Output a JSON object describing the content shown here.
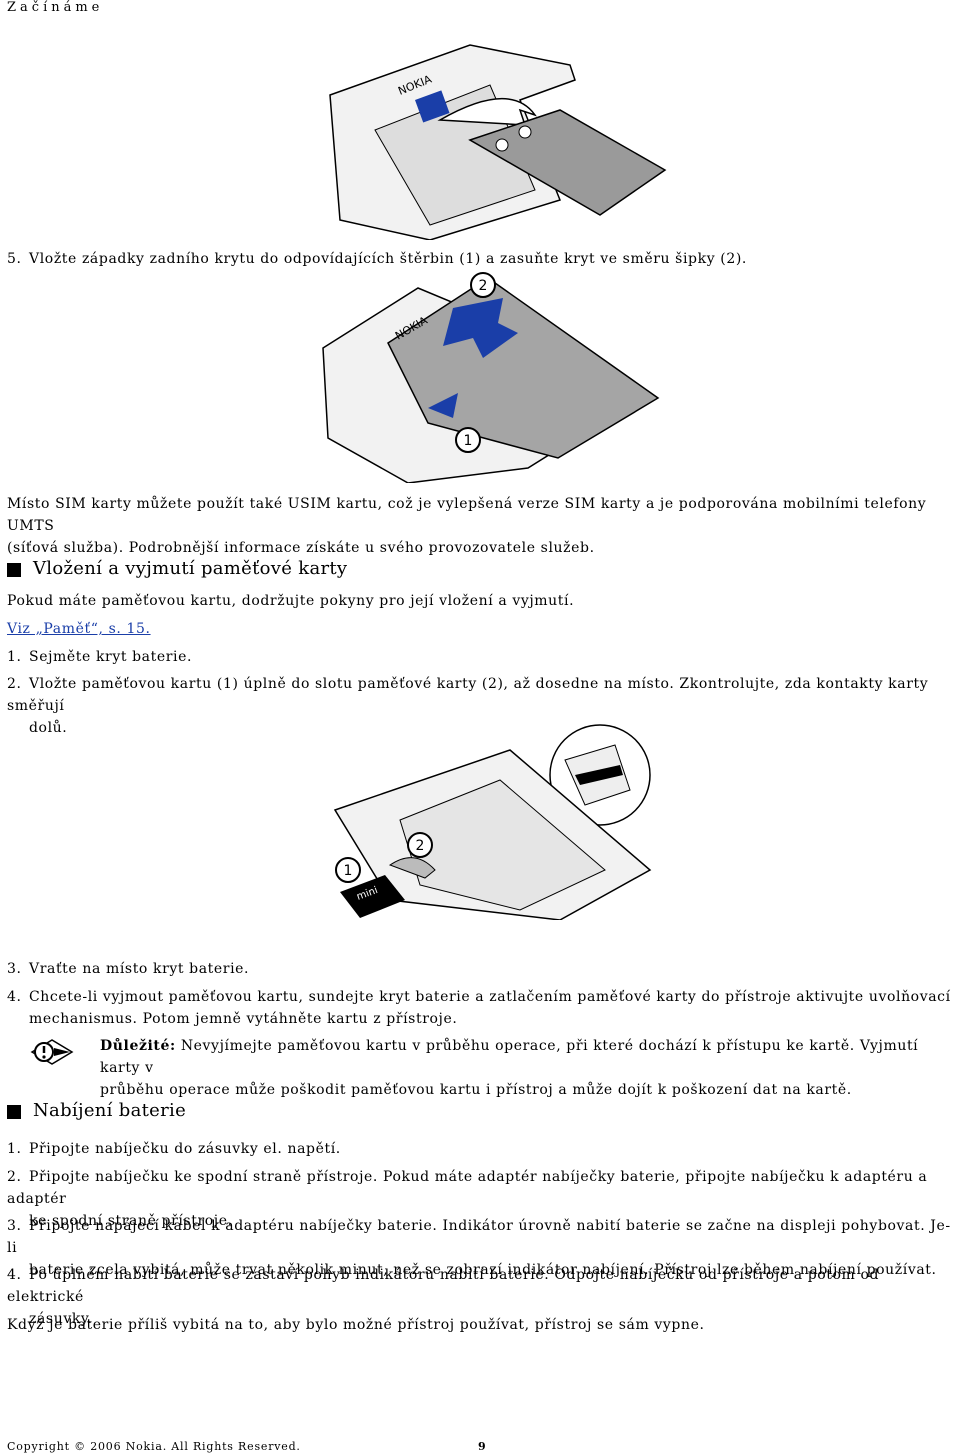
{
  "header": {
    "section": "Začínáme"
  },
  "steps_top": {
    "step5": {
      "num": "5.",
      "text": "Vložte západky zadního krytu do odpovídajících štěrbin (1) a zasuňte kryt ve směru šipky (2)."
    }
  },
  "usim_note": {
    "line1": "Místo SIM karty můžete použít také USIM kartu, což je vylepšená verze SIM karty a je podporována mobilními telefony UMTS",
    "line2": "(síťová služba). Podrobnější informace získáte u svého provozovatele služeb."
  },
  "memory_section": {
    "title": "Vložení a vyjmutí paměťové karty",
    "intro": "Pokud máte paměťovou kartu, dodržujte pokyny pro její vložení a vyjmutí.",
    "link": "Viz „Paměť“, s. 15.",
    "step1": {
      "num": "1.",
      "text": "Sejměte kryt baterie."
    },
    "step2": {
      "num": "2.",
      "line1": "Vložte paměťovou kartu (1) úplně do slotu paměťové karty (2), až dosedne na místo. Zkontrolujte, zda kontakty karty směřují",
      "line2": "dolů."
    },
    "step3": {
      "num": "3.",
      "text": "Vraťte na místo kryt baterie."
    },
    "step4": {
      "num": "4.",
      "line1": "Chcete-li vyjmout paměťovou kartu, sundejte kryt baterie a zatlačením paměťové karty do přístroje aktivujte uvolňovací",
      "line2": "mechanismus. Potom jemně vytáhněte kartu z přístroje."
    },
    "important": {
      "label": "Důležité:",
      "line1": " Nevyjímejte paměťovou kartu v průběhu operace, při které dochází k přístupu ke kartě. Vyjmutí karty v",
      "line2": "průběhu operace může poškodit paměťovou kartu i přístroj a může dojít k poškození dat na kartě."
    }
  },
  "charging_section": {
    "title": "Nabíjení baterie",
    "step1": {
      "num": "1.",
      "text": "Připojte nabíječku do zásuvky el. napětí."
    },
    "step2": {
      "num": "2.",
      "line1": "Připojte nabíječku ke spodní straně přístroje. Pokud máte adaptér nabíječky baterie, připojte nabíječku k adaptéru a adaptér",
      "line2": "ke spodní straně přístroje."
    },
    "step3": {
      "num": "3.",
      "line1": "Připojte napájecí kabel k adaptéru nabíječky baterie. Indikátor úrovně nabití baterie se začne na displeji pohybovat. Je-li",
      "line2": "baterie zcela vybitá, může trvat několik minut, než se zobrazí indikátor nabíjení. Přístroj lze během nabíjení používat."
    },
    "step4": {
      "num": "4.",
      "line1": "Po úplném nabití baterie se zastaví pohyb indikátoru nabití baterie. Odpojte nabíječku od přístroje a potom od elektrické",
      "line2": "zásuvky."
    },
    "closing": "Když je baterie příliš vybitá na to, aby bylo možné přístroj používat, přístroj se sám vypne."
  },
  "illustrations": {
    "brand": "NOKIA",
    "callout1": "1",
    "callout2": "2",
    "micro_label": "mini"
  },
  "footer": {
    "copyright": "Copyright © 2006 Nokia. All Rights Reserved.",
    "page": "9"
  }
}
